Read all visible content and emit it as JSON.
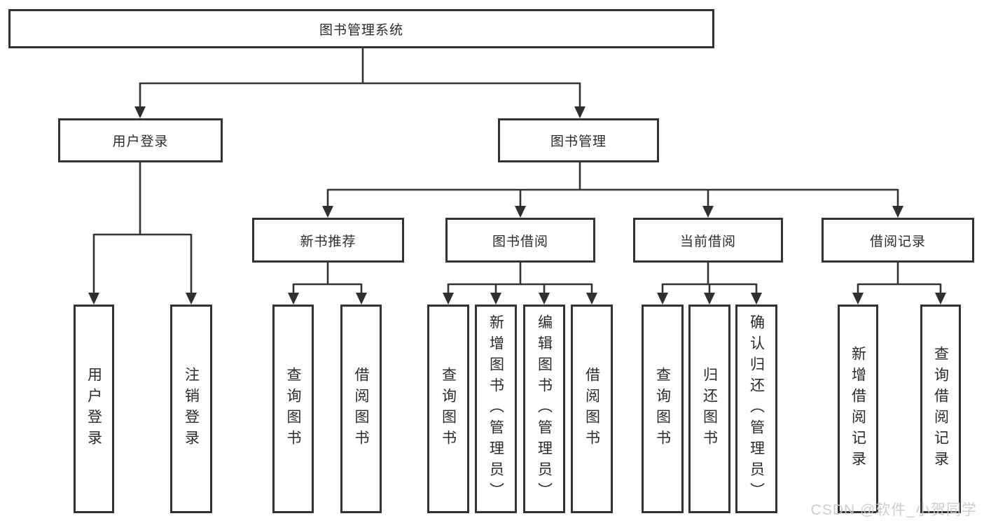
{
  "tree": {
    "label": "图书管理系统",
    "children": [
      {
        "label": "用户登录",
        "children": [
          {
            "label": "用户登录"
          },
          {
            "label": "注销登录"
          }
        ]
      },
      {
        "label": "图书管理",
        "children": [
          {
            "label": "新书推荐",
            "children": [
              {
                "label": "查询图书"
              },
              {
                "label": "借阅图书"
              }
            ]
          },
          {
            "label": "图书借阅",
            "children": [
              {
                "label": "查询图书"
              },
              {
                "label": "新增图书（管理员）"
              },
              {
                "label": "编辑图书（管理员）"
              },
              {
                "label": "借阅图书"
              }
            ]
          },
          {
            "label": "当前借阅",
            "children": [
              {
                "label": "查询图书"
              },
              {
                "label": "归还图书"
              },
              {
                "label": "确认归还（管理员）"
              }
            ]
          },
          {
            "label": "借阅记录",
            "children": [
              {
                "label": "新增借阅记录"
              },
              {
                "label": "查询借阅记录"
              }
            ]
          }
        ]
      }
    ]
  },
  "watermark": "CSDN @软件_小贺同学",
  "colors": {
    "line": "#333333",
    "border": "#333333",
    "text": "#2b2b2b",
    "watermark": "#cbcbcb",
    "background": "#ffffff"
  }
}
